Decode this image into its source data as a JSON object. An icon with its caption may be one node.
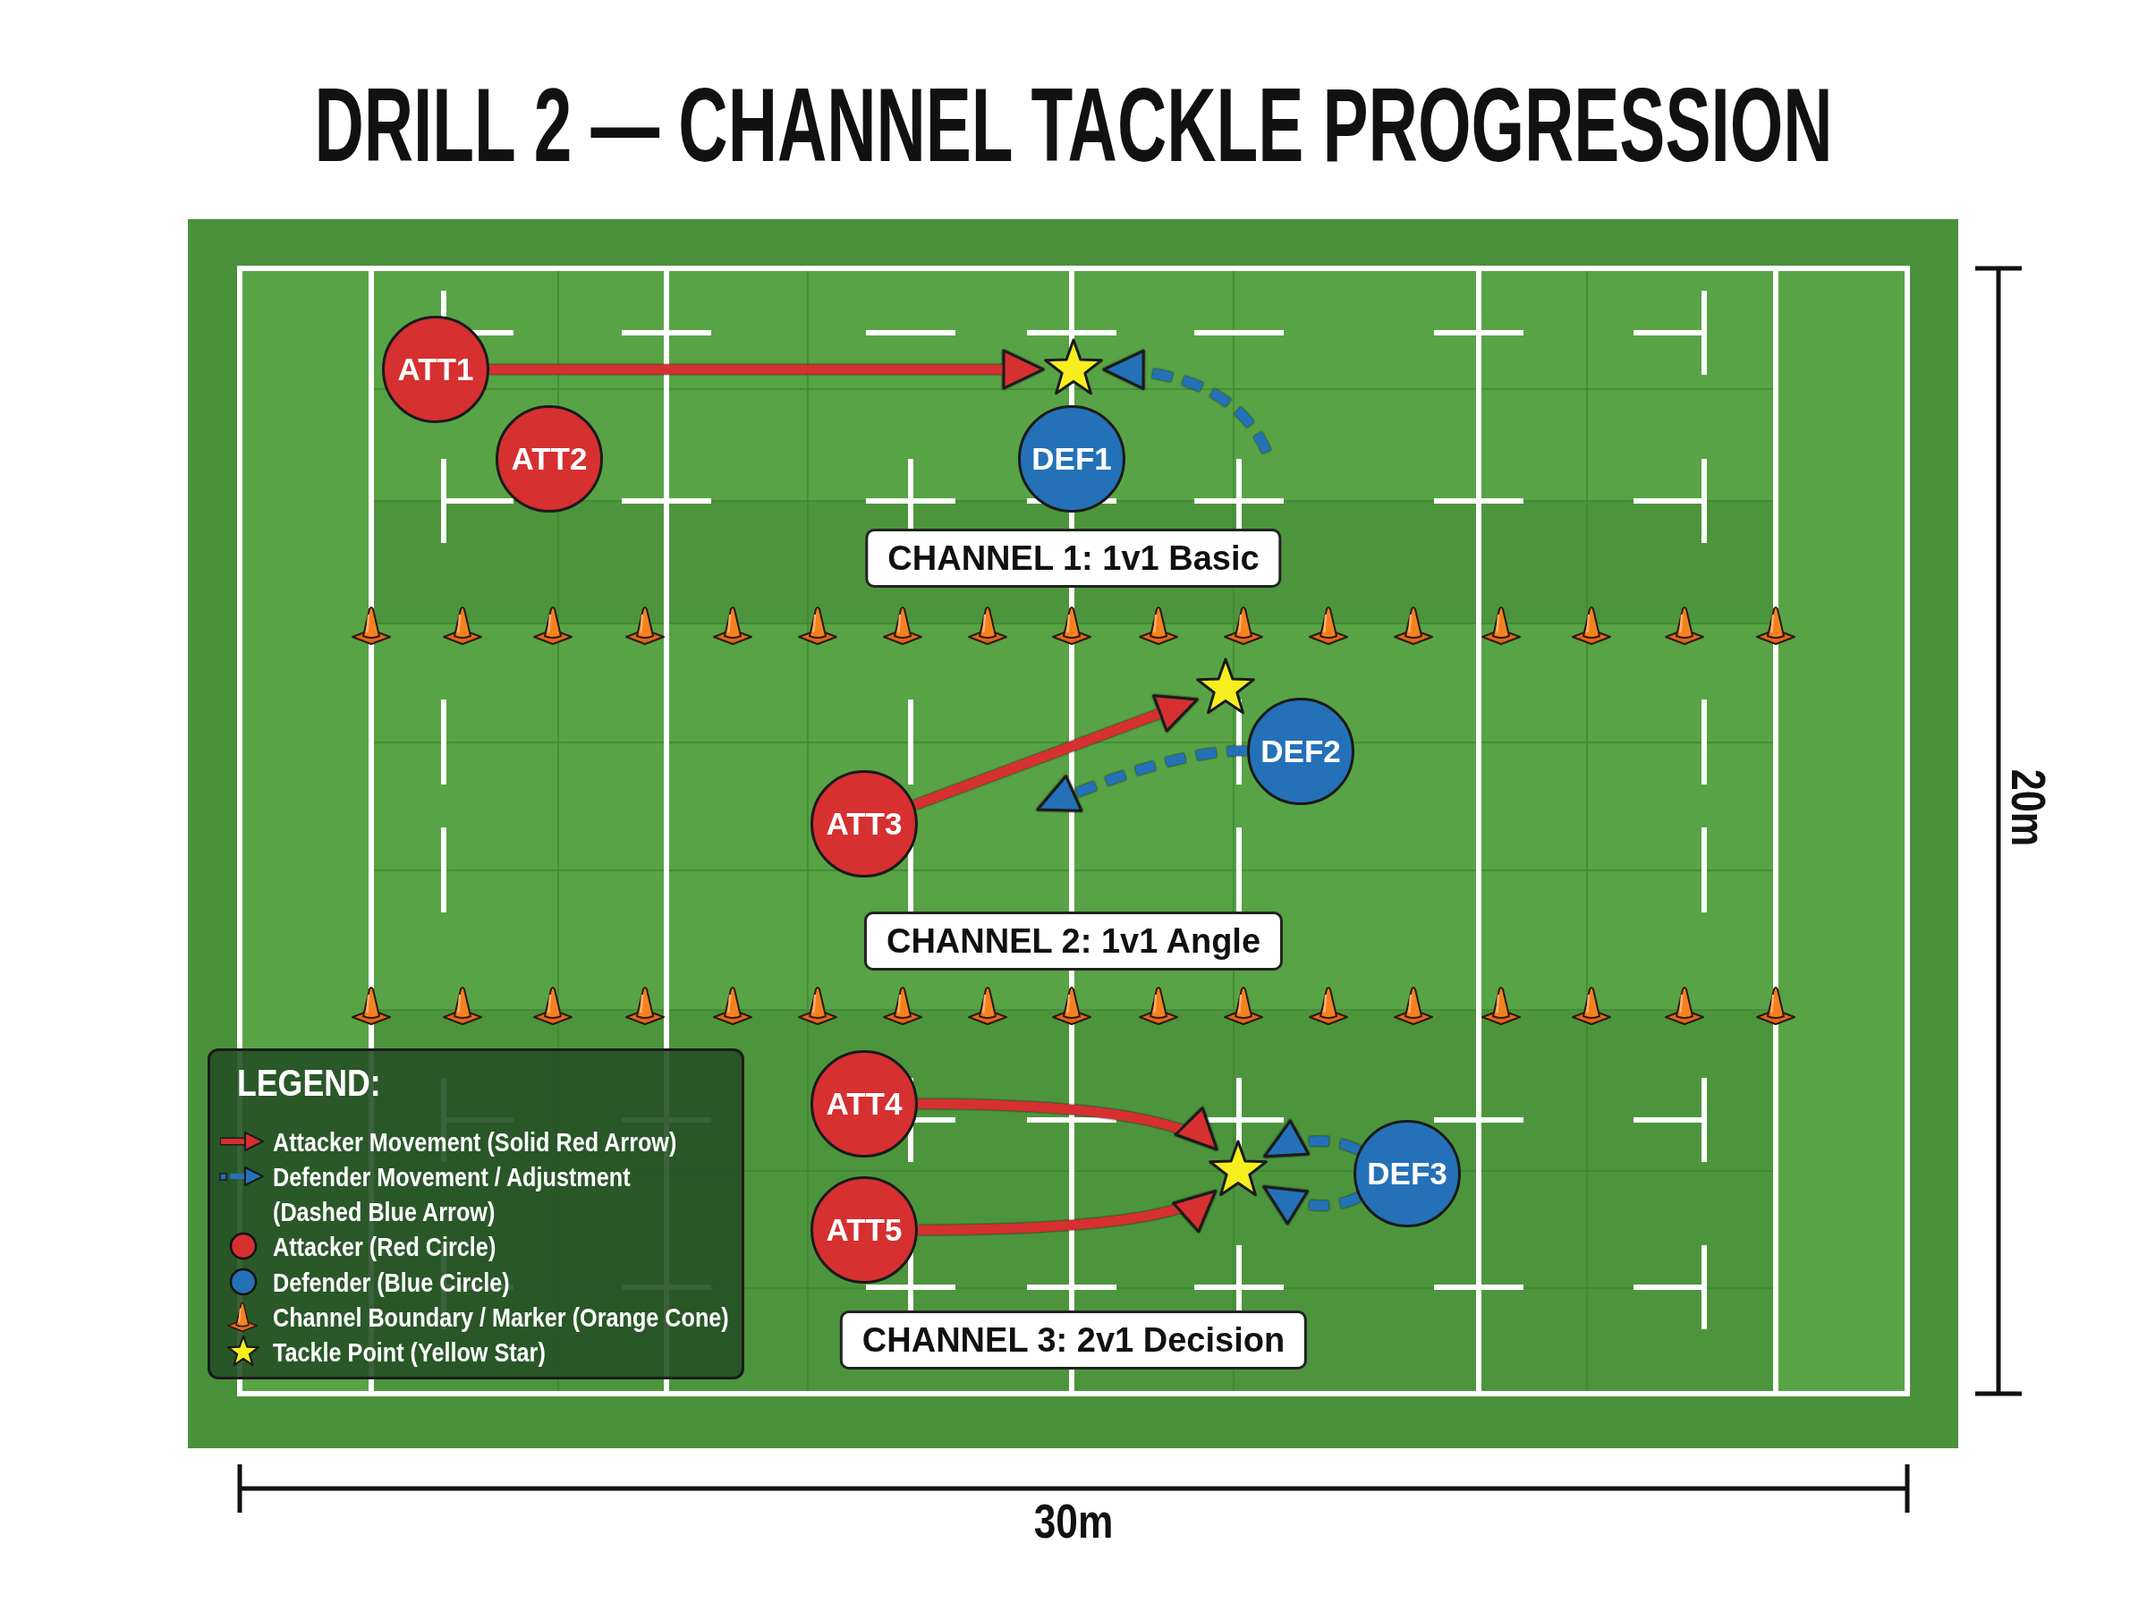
{
  "diagram": {
    "title": "DRILL 2 — CHANNEL TACKLE PROGRESSION",
    "nodes": [
      {
        "text": [
          "ATT1"
        ]
      },
      {
        "text": [],
        "shape": "star"
      },
      {
        "text": [
          "ATT2"
        ]
      },
      {
        "text": [
          "DEF1"
        ]
      },
      {
        "text": [
          "CHANNEL 1: 1v1 Basic"
        ]
      },
      {
        "text": [],
        "shape": "star"
      },
      {
        "text": [
          "DEF2"
        ]
      },
      {
        "text": [
          "ATT3"
        ]
      },
      {
        "text": [
          "CHANNEL 2: 1v1 Angle"
        ]
      },
      {
        "text": [
          "ATT4"
        ]
      },
      {
        "text": [],
        "shape": "star"
      },
      {
        "text": [
          "DEF3"
        ]
      },
      {
        "text": [
          "ATT5"
        ]
      },
      {
        "text": [
          "CHANNEL 3: 2v1 Decision"
        ]
      }
    ],
    "edges": [
      {
        "from": 0,
        "to": 1,
        "arrow": "to",
        "color": "#d63031"
      },
      {
        "from": null,
        "to": 1,
        "arrow": "to",
        "style": "dashed",
        "color": "#2471b8"
      },
      {
        "from": 7,
        "to": 5,
        "arrow": "to",
        "color": "#d63031"
      },
      {
        "from": 6,
        "to": null,
        "arrow": "to",
        "style": "dashed",
        "color": "#2471b8"
      },
      {
        "from": 9,
        "to": 10,
        "arrow": "to",
        "color": "#d63031"
      },
      {
        "from": 12,
        "to": 10,
        "arrow": "to",
        "color": "#d63031"
      },
      {
        "from": 11,
        "to": 10,
        "arrow": "to",
        "style": "dashed",
        "color": "#2471b8"
      },
      {
        "from": 11,
        "to": 10,
        "arrow": "to",
        "style": "dashed",
        "color": "#2471b8"
      }
    ],
    "labels": [
      "20m",
      "LEGEND:",
      "30m"
    ],
    "legend": [
      {
        "text": "Attacker Movement (Solid Red Arrow)"
      },
      {
        "text": "Defender Movement / Adjustment (Dashed Blue Arrow)"
      },
      {
        "text": "Attacker (Red Circle)",
        "color": "#d63031"
      },
      {
        "text": "Defender (Blue Circle)",
        "color": "#2471b8"
      },
      {
        "text": "Channel Boundary / Marker (Orange Cone)"
      },
      {
        "text": "Tackle Point (Yellow Star)"
      }
    ]
  }
}
